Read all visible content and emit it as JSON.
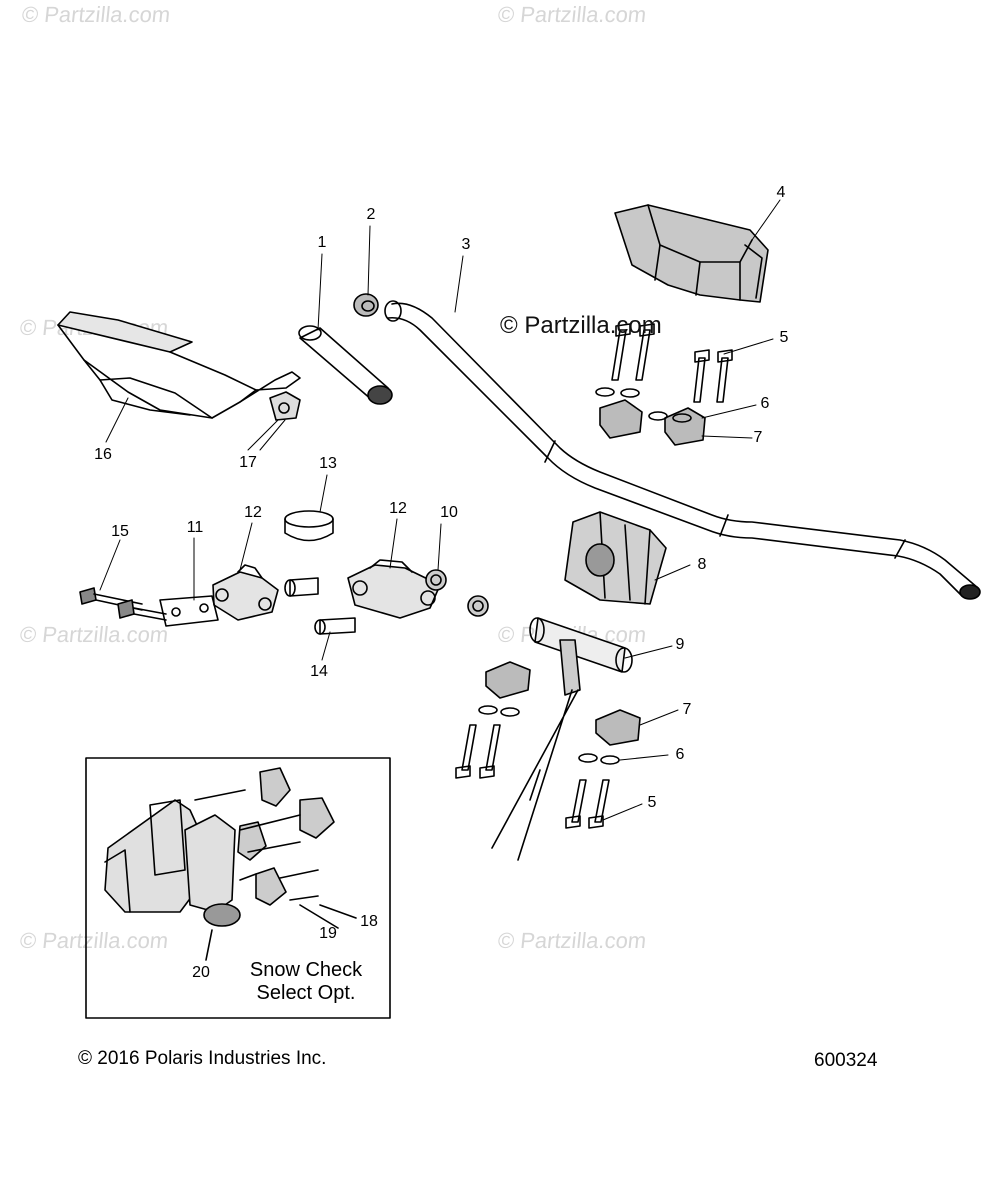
{
  "watermark": "© Partzilla.com",
  "callouts": [
    "1",
    "2",
    "3",
    "4",
    "5",
    "6",
    "7",
    "8",
    "9",
    "10",
    "11",
    "12",
    "12",
    "13",
    "14",
    "15",
    "16",
    "17",
    "7",
    "6",
    "5",
    "18",
    "19",
    "20"
  ],
  "inset_note": [
    "Snow Check",
    "Select Opt."
  ],
  "footer": {
    "copyright": "© 2016 Polaris Industries Inc.",
    "diagram_number": "600324"
  }
}
